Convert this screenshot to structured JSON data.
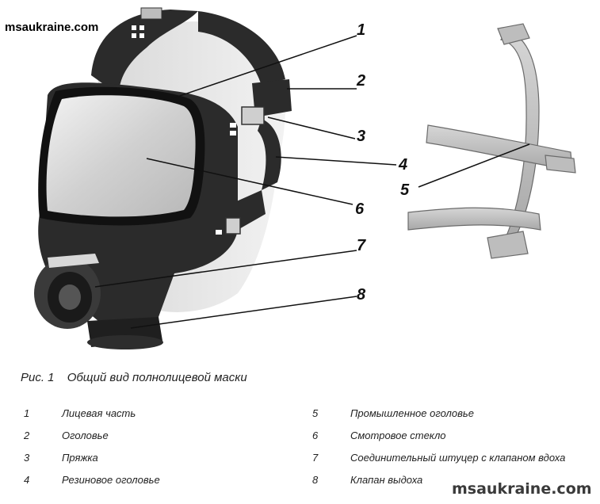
{
  "watermarks": {
    "top": "msaukraine.com",
    "bottom": "msaukraine.com"
  },
  "callouts": [
    "1",
    "2",
    "3",
    "4",
    "5",
    "6",
    "7",
    "8"
  ],
  "caption": {
    "number": "Рис. 1",
    "text": "Общий вид полнолицевой маски"
  },
  "legend": [
    {
      "num": "1",
      "text": "Лицевая часть"
    },
    {
      "num": "2",
      "text": "Оголовье"
    },
    {
      "num": "3",
      "text": "Пряжка"
    },
    {
      "num": "4",
      "text": "Резиновое оголовье"
    },
    {
      "num": "5",
      "text": "Промышленное оголовье"
    },
    {
      "num": "6",
      "text": "Смотровое стекло"
    },
    {
      "num": "7",
      "text": "Соединительный штуцер с клапаном вдоха"
    },
    {
      "num": "8",
      "text": "Клапан выдоха"
    }
  ],
  "colors": {
    "rubber": "#2b2b2b",
    "visor": "#d9d9d9",
    "harness": "#c9c9c9",
    "head": "#e6e6e6"
  }
}
